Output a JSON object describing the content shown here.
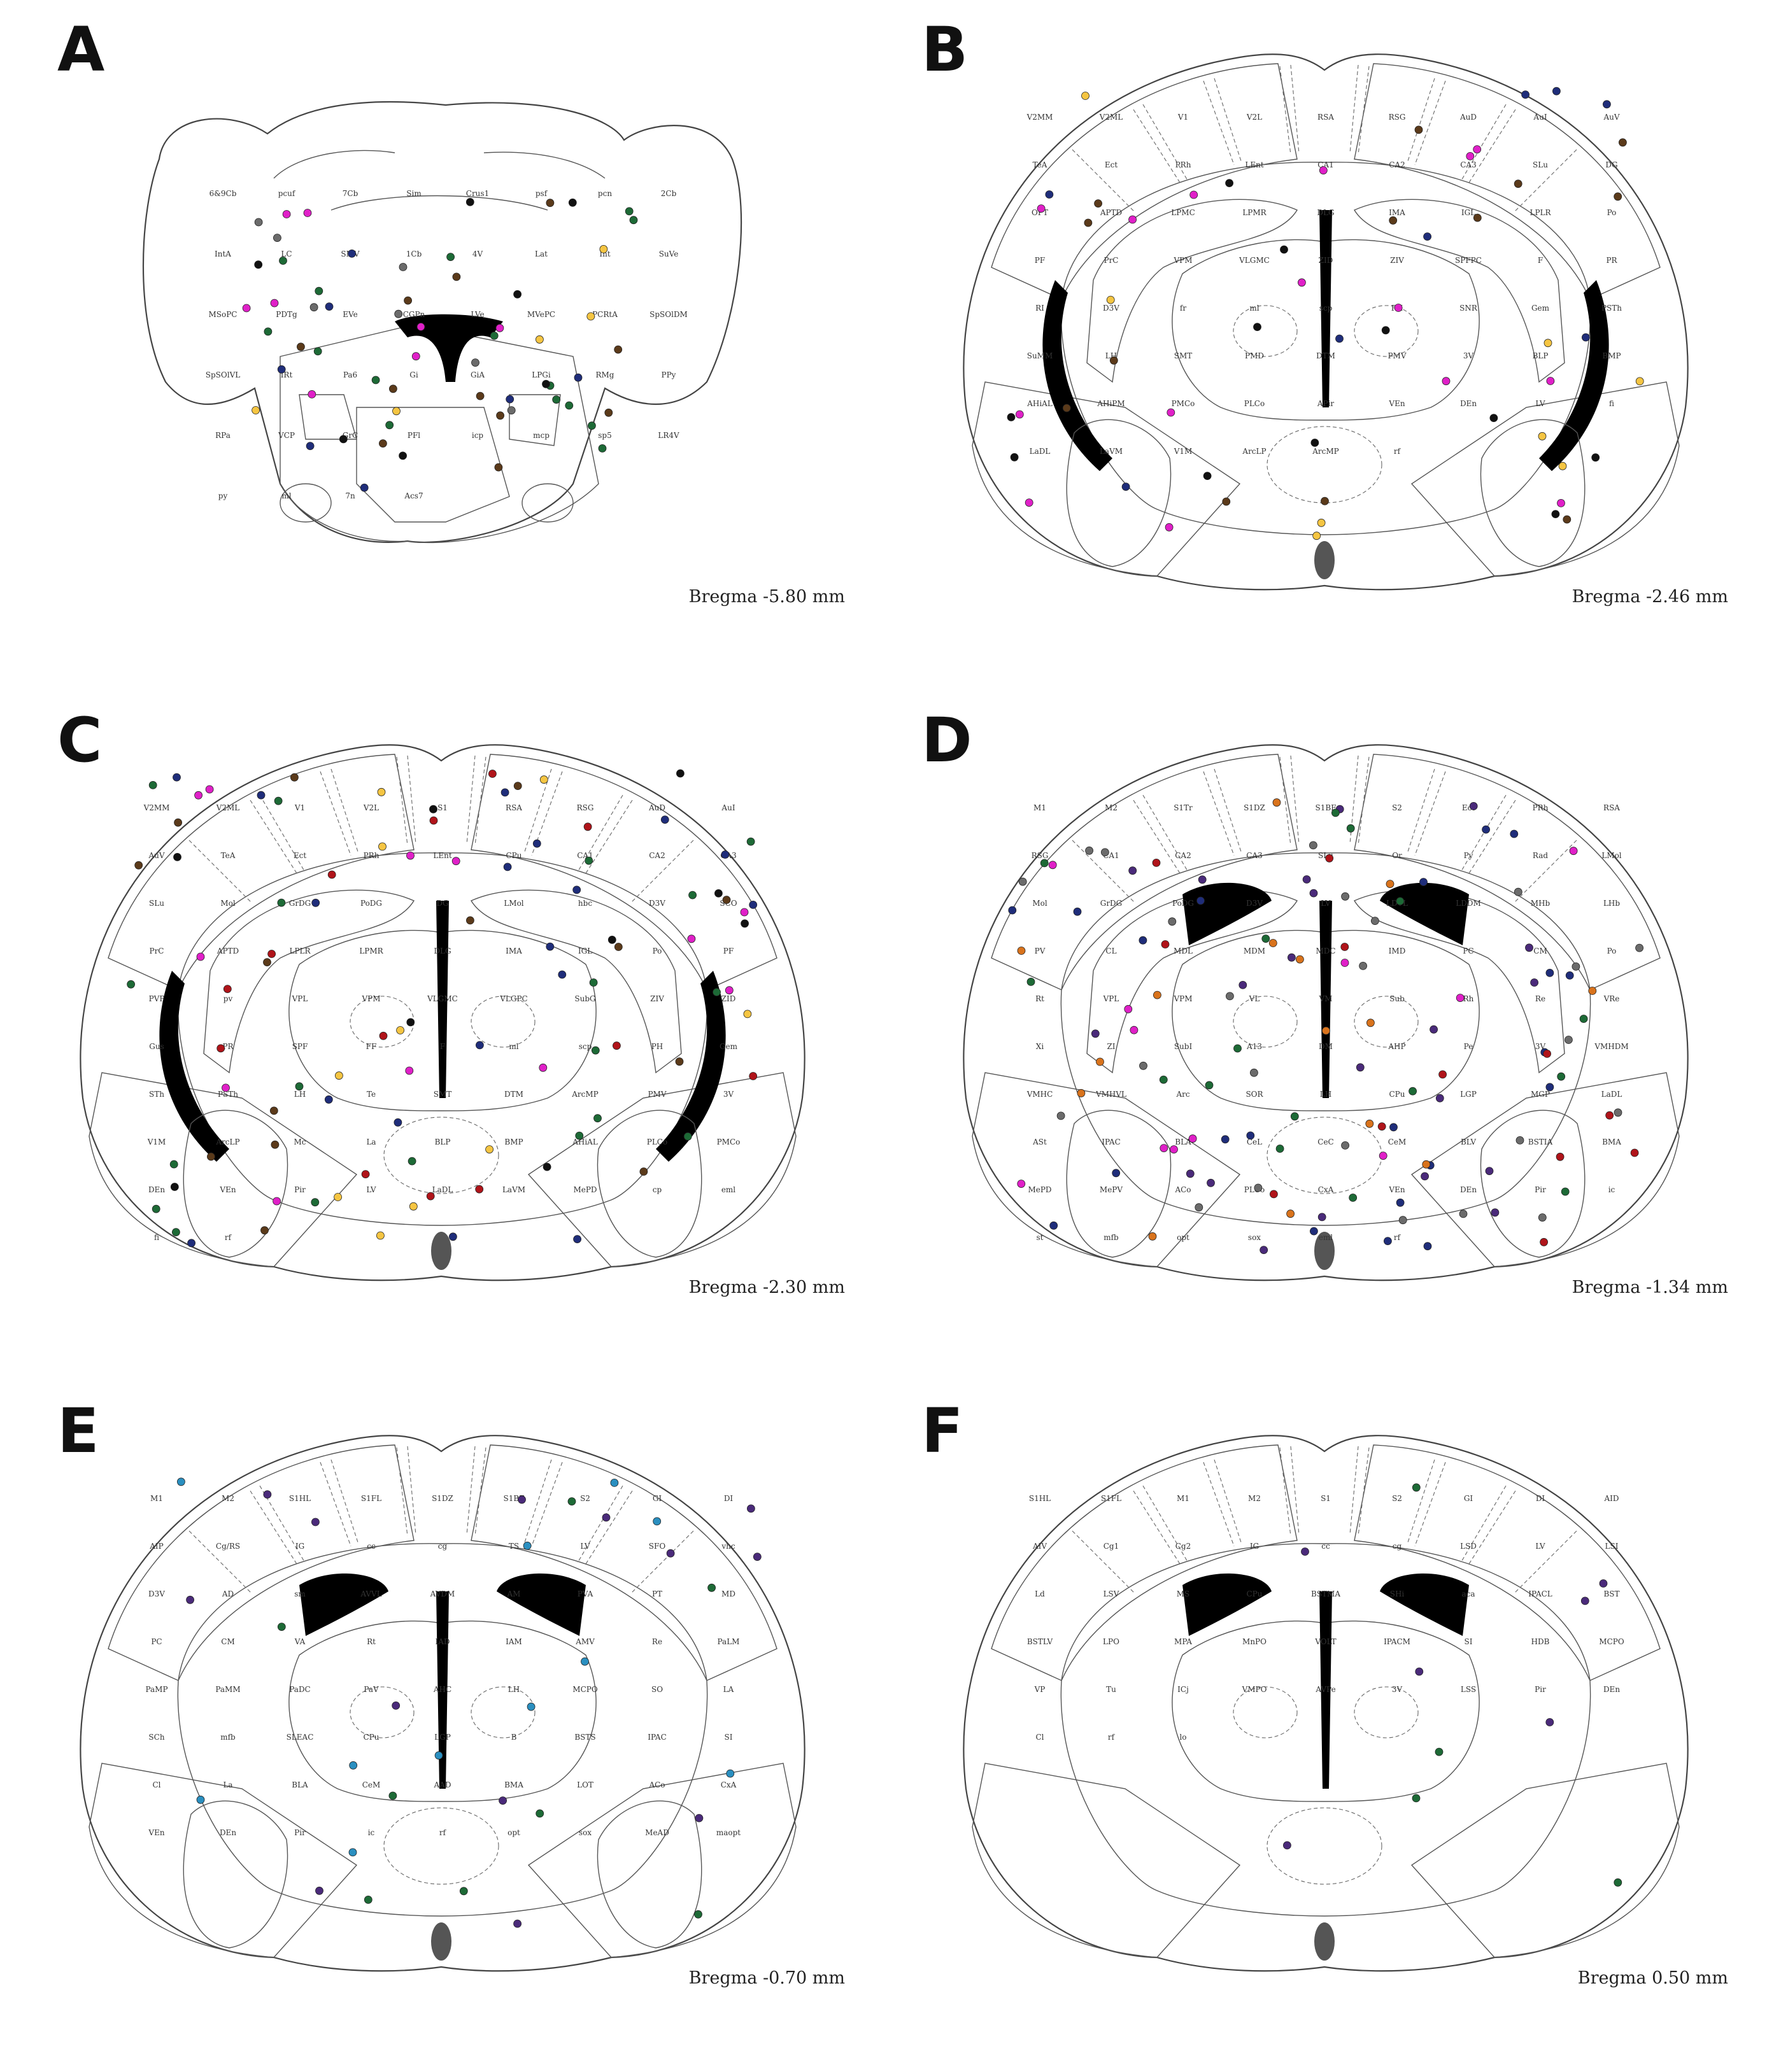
{
  "colors": {
    "green": "#b8e29b",
    "pink": "#e7c6dc",
    "blue": "#c6dcf0",
    "orange": "#f2b98a",
    "ventricle": "#000000",
    "dot_black": "#111111",
    "dot_yellow": "#f5c542",
    "dot_brown": "#5b3a1a",
    "dot_magenta": "#e020c8",
    "dot_navy": "#1f2d7a",
    "dot_green": "#1d6a36",
    "dot_gray": "#6b6b6b",
    "dot_orange": "#d9731c",
    "dot_purple": "#4a2a7a",
    "dot_red": "#b0141a",
    "dot_cyan": "#2a8fc0"
  },
  "panels": [
    {
      "letter": "A",
      "bregma": "Bregma -5.80 mm",
      "regions": [
        "6&9Cb",
        "pcuf",
        "7Cb",
        "Sim",
        "Crus1",
        "psf",
        "pcn",
        "2Cb",
        "IntA",
        "LC",
        "SMV",
        "1Cb",
        "4V",
        "Lat",
        "Int",
        "SuVe",
        "MSoPC",
        "PDTg",
        "EVe",
        "CGPn",
        "LVe",
        "MVePC",
        "PCRtA",
        "SpSOlDM",
        "SpSOlVL",
        "IRt",
        "Pa6",
        "Gi",
        "GiA",
        "LPGi",
        "RMg",
        "PPy",
        "RPa",
        "VCP",
        "GrC",
        "PFl",
        "icp",
        "mcp",
        "sp5",
        "LR4V",
        "py",
        "ml",
        "7n",
        "Acs7"
      ]
    },
    {
      "letter": "B",
      "bregma": "Bregma -2.46 mm",
      "regions": [
        "V2MM",
        "V2ML",
        "V1",
        "V2L",
        "RSA",
        "RSG",
        "AuD",
        "AuI",
        "AuV",
        "TeA",
        "Ect",
        "PRh",
        "LEnt",
        "CA1",
        "CA2",
        "CA3",
        "SLu",
        "DG",
        "OPT",
        "APTD",
        "LPMC",
        "LPMR",
        "DLG",
        "IMA",
        "IGL",
        "LPLR",
        "Po",
        "PF",
        "PrC",
        "VPM",
        "VLGMC",
        "ZID",
        "ZIV",
        "SPFPC",
        "F",
        "PR",
        "RI",
        "D3V",
        "fr",
        "ml",
        "scp",
        "PH",
        "SNR",
        "Gem",
        "PSTh",
        "SuMM",
        "LH",
        "SMT",
        "PMD",
        "DTM",
        "PMV",
        "3V",
        "BLP",
        "BMP",
        "AHiAL",
        "AHiPM",
        "PMCo",
        "PLCo",
        "APir",
        "VEn",
        "DEn",
        "LV",
        "fi",
        "LaDL",
        "LaVM",
        "V1M",
        "ArcLP",
        "ArcMP",
        "rf"
      ]
    },
    {
      "letter": "C",
      "bregma": "Bregma -2.30 mm",
      "regions": [
        "V2MM",
        "V2ML",
        "V1",
        "V2L",
        "S1",
        "RSA",
        "RSG",
        "AuD",
        "AuI",
        "AuV",
        "TeA",
        "Ect",
        "PRh",
        "LEnt",
        "CPu",
        "CA1",
        "CA2",
        "CA3",
        "SLu",
        "Mol",
        "GrDG",
        "PoDG",
        "DG",
        "LMol",
        "hbc",
        "D3V",
        "SCO",
        "PrC",
        "APTD",
        "LPLR",
        "LPMR",
        "DLG",
        "IMA",
        "IGL",
        "Po",
        "PF",
        "PVP",
        "pv",
        "VPL",
        "VPM",
        "VLGMC",
        "VLGPC",
        "SubG",
        "ZIV",
        "ZID",
        "Gus",
        "PR",
        "SPF",
        "FF",
        "F",
        "ml",
        "scp",
        "PH",
        "Gem",
        "STh",
        "PSTh",
        "LH",
        "Te",
        "SMT",
        "DTM",
        "ArcMP",
        "PMV",
        "3V",
        "V1M",
        "ArcLP",
        "Mc",
        "La",
        "BLP",
        "BMP",
        "AHiAL",
        "PLCo",
        "PMCo",
        "DEn",
        "VEn",
        "Pir",
        "LV",
        "LaDL",
        "LaVM",
        "MePD",
        "cp",
        "eml",
        "fi",
        "rf"
      ]
    },
    {
      "letter": "D",
      "bregma": "Bregma -1.34 mm",
      "regions": [
        "M1",
        "M2",
        "S1Tr",
        "S1DZ",
        "S1BF",
        "S2",
        "Ect",
        "PRh",
        "RSA",
        "RSG",
        "CA1",
        "CA2",
        "CA3",
        "SLu",
        "Or",
        "Py",
        "Rad",
        "LMol",
        "Mol",
        "GrDG",
        "PoDG",
        "D3V",
        "LV",
        "LDVL",
        "LDDM",
        "MHb",
        "LHb",
        "PV",
        "CL",
        "MDL",
        "MDM",
        "MDC",
        "IMD",
        "PC",
        "CM",
        "Po",
        "Rt",
        "VPL",
        "VPM",
        "VL",
        "VM",
        "Sub",
        "Rh",
        "Re",
        "VRe",
        "Xi",
        "ZI",
        "SubI",
        "A13",
        "DM",
        "AHP",
        "Pe",
        "3V",
        "VMHDM",
        "VMHC",
        "VMHVL",
        "Arc",
        "SOR",
        "LH",
        "CPu",
        "LGP",
        "MGP",
        "LaDL",
        "ASt",
        "IPAC",
        "BLA",
        "CeL",
        "CeC",
        "CeM",
        "BLV",
        "BSTIA",
        "BMA",
        "MePD",
        "MePV",
        "ACo",
        "PLCo",
        "CxA",
        "VEn",
        "DEn",
        "Pir",
        "ic",
        "st",
        "mfb",
        "opt",
        "sox",
        "eml",
        "rf"
      ]
    },
    {
      "letter": "E",
      "bregma": "Bregma -0.70 mm",
      "regions": [
        "M1",
        "M2",
        "S1HL",
        "S1FL",
        "S1DZ",
        "S1BF",
        "S2",
        "GI",
        "DI",
        "AIP",
        "Cg/RS",
        "IG",
        "cc",
        "cg",
        "TS",
        "LV",
        "SFO",
        "vhc",
        "D3V",
        "AD",
        "sm",
        "AVVL",
        "AVDM",
        "AM",
        "PVA",
        "PT",
        "MD",
        "PC",
        "CM",
        "VA",
        "Rt",
        "IAD",
        "IAM",
        "AMV",
        "Re",
        "PaLM",
        "PaMP",
        "PaMM",
        "PaDC",
        "PaV",
        "AHC",
        "LH",
        "MCPO",
        "SO",
        "LA",
        "SCh",
        "mfb",
        "SLEAC",
        "CPu",
        "LGP",
        "B",
        "BSTS",
        "IPAC",
        "SI",
        "Cl",
        "La",
        "BLA",
        "CeM",
        "AAD",
        "BMA",
        "LOT",
        "ACo",
        "CxA",
        "VEn",
        "DEn",
        "Pir",
        "ic",
        "rf",
        "opt",
        "sox",
        "MeAD",
        "maopt"
      ]
    },
    {
      "letter": "F",
      "bregma": "Bregma 0.50 mm",
      "regions": [
        "S1HL",
        "S1FL",
        "M1",
        "M2",
        "S1",
        "S2",
        "GI",
        "DI",
        "AID",
        "AIV",
        "Cg1",
        "Cg2",
        "IG",
        "cc",
        "cg",
        "LSD",
        "LV",
        "LSI",
        "Ld",
        "LSV",
        "MS",
        "CPu",
        "BSTMA",
        "SHi",
        "aca",
        "IPACL",
        "BST",
        "BSTLV",
        "LPO",
        "MPA",
        "MnPO",
        "VOLT",
        "IPACM",
        "SI",
        "HDB",
        "MCPO",
        "VP",
        "Tu",
        "ICj",
        "VMPO",
        "AVPe",
        "3V",
        "LSS",
        "Pir",
        "DEn",
        "Cl",
        "rf",
        "lo"
      ]
    }
  ]
}
